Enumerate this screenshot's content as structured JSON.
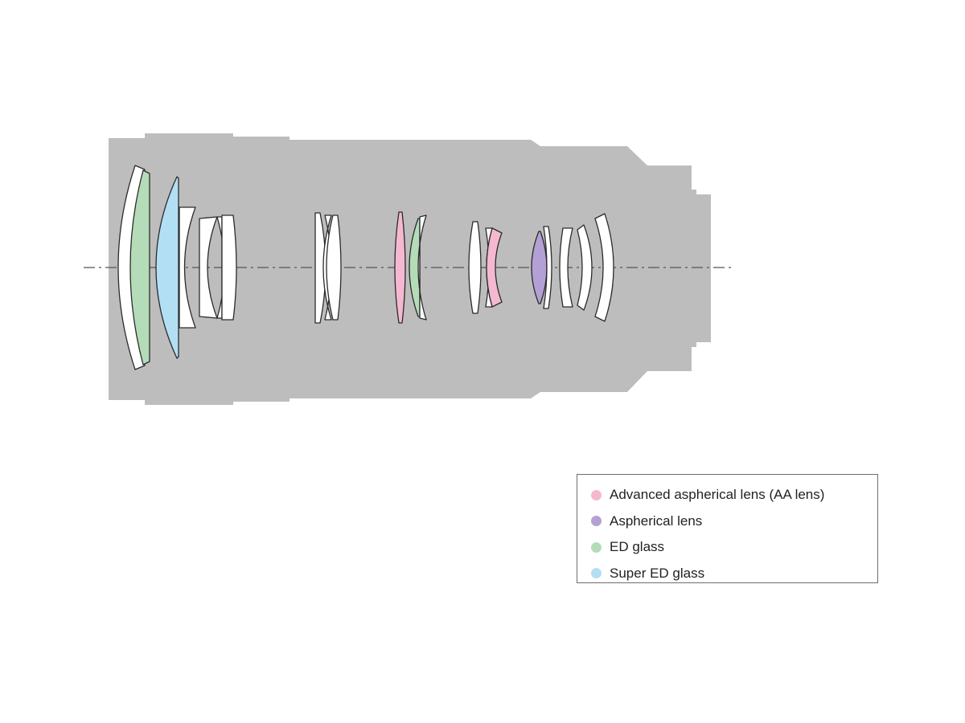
{
  "colors": {
    "barrel": "#bdbdbd",
    "lens_fill": "#ffffff",
    "lens_outline": "#2b2b2b",
    "axis": "#555555",
    "aa_lens": "#f5b8d1",
    "aspherical": "#b3a0d4",
    "ed_glass": "#b5dcb8",
    "super_ed_glass": "#b3dff5"
  },
  "legend": {
    "items": [
      {
        "label": "Advanced aspherical lens (AA lens)",
        "color": "#f5b8d1",
        "icon": "pink-dot-icon"
      },
      {
        "label": "Aspherical lens",
        "color": "#b3a0d4",
        "icon": "purple-dot-icon"
      },
      {
        "label": "ED glass",
        "color": "#b5dcb8",
        "icon": "green-dot-icon"
      },
      {
        "label": "Super ED glass",
        "color": "#b3dff5",
        "icon": "blue-dot-icon"
      }
    ]
  },
  "elements": [
    {
      "material": "standard"
    },
    {
      "material": "ed_glass"
    },
    {
      "material": "super_ed_glass"
    },
    {
      "material": "standard"
    },
    {
      "material": "standard"
    },
    {
      "material": "standard"
    },
    {
      "material": "standard"
    },
    {
      "material": "standard"
    },
    {
      "material": "standard"
    },
    {
      "material": "standard"
    },
    {
      "material": "aa_lens"
    },
    {
      "material": "ed_glass"
    },
    {
      "material": "standard"
    },
    {
      "material": "standard"
    },
    {
      "material": "standard"
    },
    {
      "material": "aa_lens"
    },
    {
      "material": "aspherical"
    },
    {
      "material": "standard"
    },
    {
      "material": "standard"
    },
    {
      "material": "standard"
    },
    {
      "material": "standard"
    }
  ]
}
